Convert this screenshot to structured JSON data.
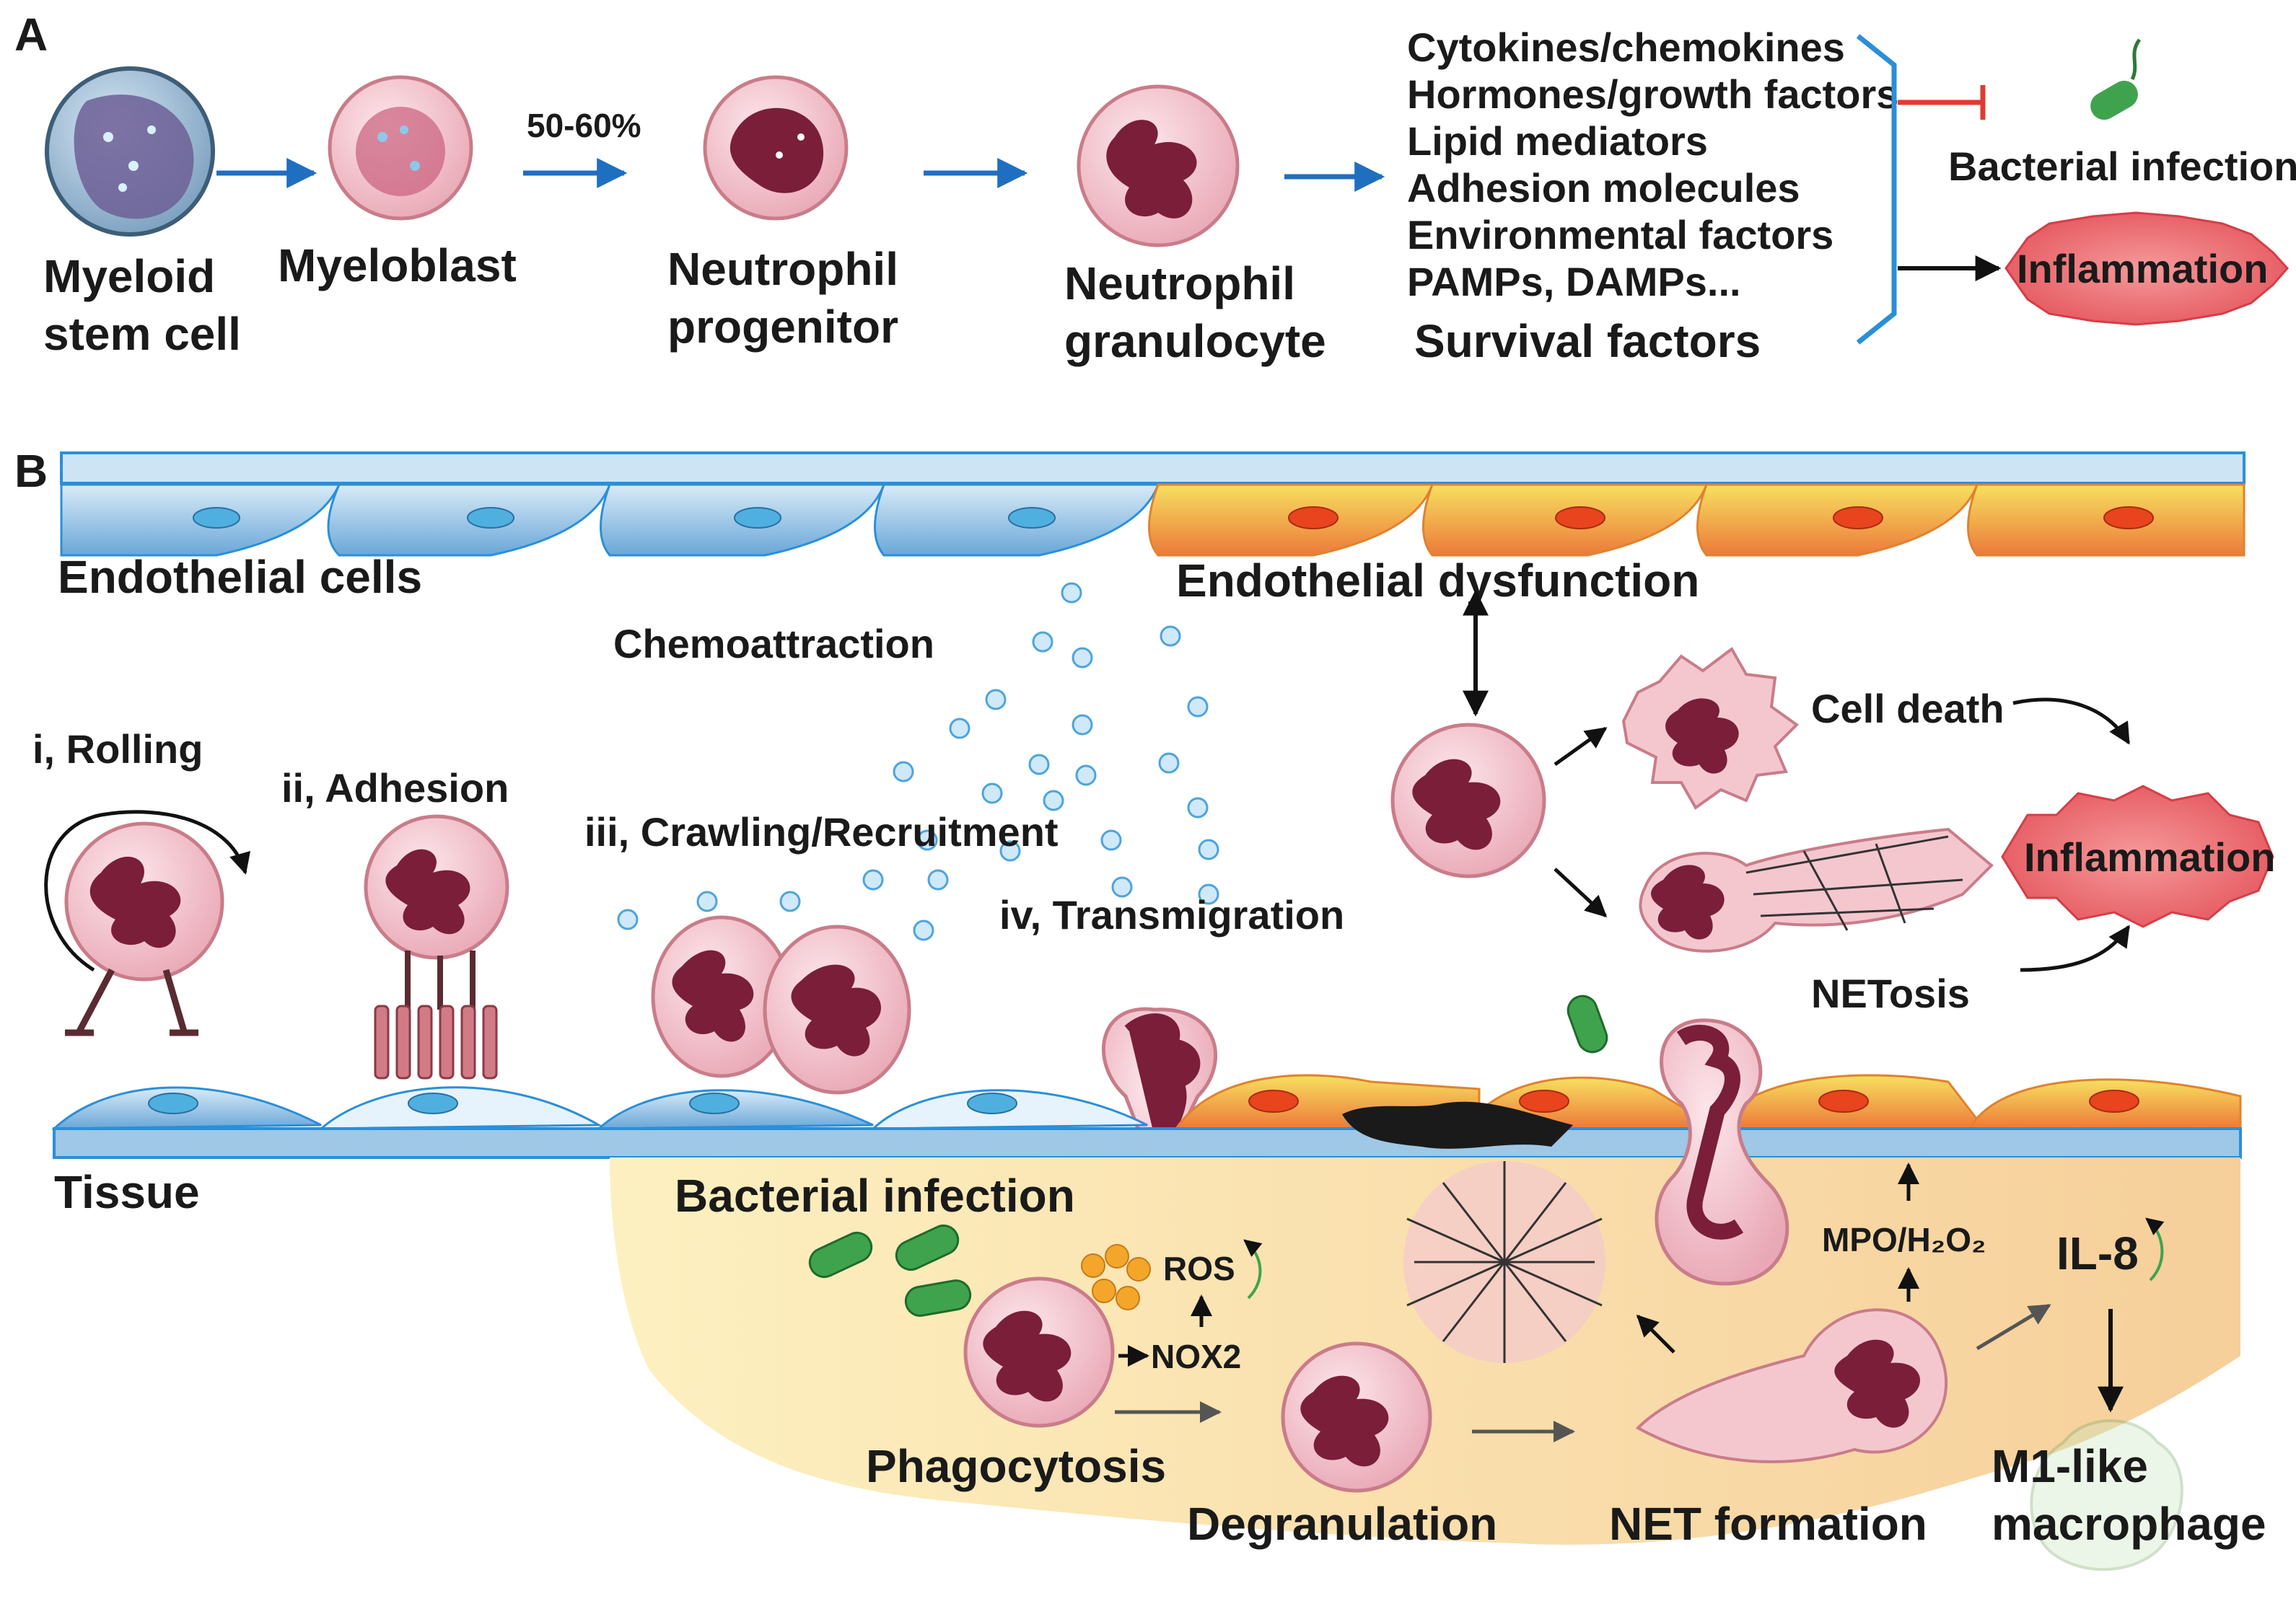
{
  "panel_a": {
    "label": "A",
    "stages": [
      {
        "line1": "Myeloid",
        "line2": "stem cell"
      },
      {
        "line1": "Myeloblast",
        "line2": ""
      },
      {
        "line1": "Neutrophil",
        "line2": "progenitor"
      },
      {
        "line1": "Neutrophil",
        "line2": "granulocyte"
      }
    ],
    "percent_label": "50-60%",
    "factors": [
      "Cytokines/chemokines",
      "Hormones/growth factors",
      "Lipid mediators",
      "Adhesion molecules",
      "Environmental factors",
      "PAMPs, DAMPs..."
    ],
    "factors_title": "Survival factors",
    "bacterial_infection": "Bacterial infection",
    "inflammation": "Inflammation"
  },
  "panel_b": {
    "label": "B",
    "endothelial_cells": "Endothelial cells",
    "endothelial_dysfunction": "Endothelial dysfunction",
    "chemoattraction": "Chemoattraction",
    "rolling": "i, Rolling",
    "adhesion": "ii, Adhesion",
    "crawling": "iii, Crawling/Recruitment",
    "transmigration": "iv, Transmigration",
    "cell_death": "Cell death",
    "netosis": "NETosis",
    "inflammation": "Inflammation",
    "tissue": "Tissue",
    "bacterial_infection": "Bacterial infection",
    "ros": "ROS",
    "nox2": "NOX2",
    "phagocytosis": "Phagocytosis",
    "degranulation": "Degranulation",
    "net_formation": "NET formation",
    "mpo": "MPO/H₂O₂",
    "il8": "IL-8",
    "macrophage_line1": "M1-like",
    "macrophage_line2": "macrophage"
  },
  "colors": {
    "arrow_blue": "#1f6fc0",
    "inhibit_red": "#e03c31",
    "bracket_blue": "#2a8fd8",
    "endo_blue": "#7fb4e0",
    "endo_inflamed": "#f29a3a",
    "cell_pink": "#f4c7cf",
    "nucleus": "#7a1e3a",
    "bacteria_green": "#3fa34d",
    "tissue_yellow": "#fbe7a8"
  }
}
